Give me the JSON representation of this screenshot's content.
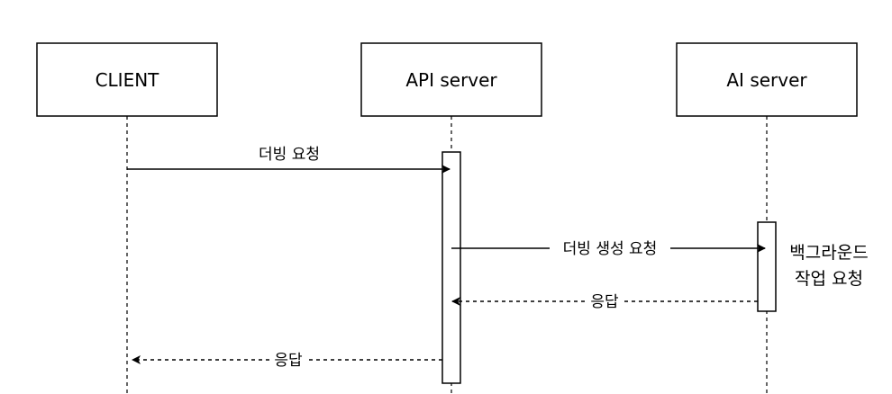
{
  "participants": [
    {
      "id": "client",
      "label": "CLIENT"
    },
    {
      "id": "api",
      "label": "API server"
    },
    {
      "id": "ai",
      "label": "AI server"
    }
  ],
  "messages": [
    {
      "id": "dubbing-request",
      "label": "더빙 요청",
      "style": "solid"
    },
    {
      "id": "dubbing-create-request",
      "label": "더빙 생성 요청",
      "style": "solid"
    },
    {
      "id": "ai-response",
      "label": "응답",
      "style": "dashed"
    },
    {
      "id": "api-response",
      "label": "응답",
      "style": "dashed"
    }
  ],
  "note": {
    "line1": "백그라운드",
    "line2": "작업 요청"
  },
  "colors": {
    "stroke": "#000000",
    "fill": "#ffffff"
  }
}
